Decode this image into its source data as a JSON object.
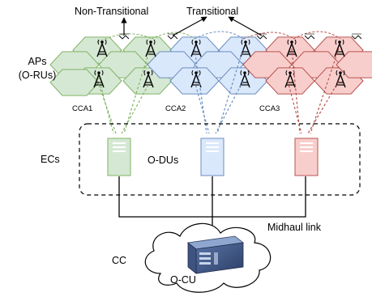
{
  "labels": {
    "non_transitional": "Non-Transitional",
    "transitional": "Transitional",
    "aps_line1": "APs",
    "aps_line2": "(O-RUs)",
    "cca1": "CCA1",
    "cca2": "CCA2",
    "cca3": "CCA3",
    "ecs": "ECs",
    "odus": "O-DUs",
    "midhaul": "Midhaul link",
    "cc": "CC",
    "ocu": "O-CU"
  },
  "colors": {
    "green_fill": "#d5e8d4",
    "green_stroke": "#82b366",
    "blue_fill": "#dae8fc",
    "blue_stroke": "#6c8ebf",
    "red_fill": "#f8cecc",
    "red_stroke": "#b85450"
  },
  "icons": {
    "antenna": "radio-tower-icon",
    "server": "server-icon",
    "cloud": "cloud-icon",
    "cu_box": "cu-device-icon"
  }
}
